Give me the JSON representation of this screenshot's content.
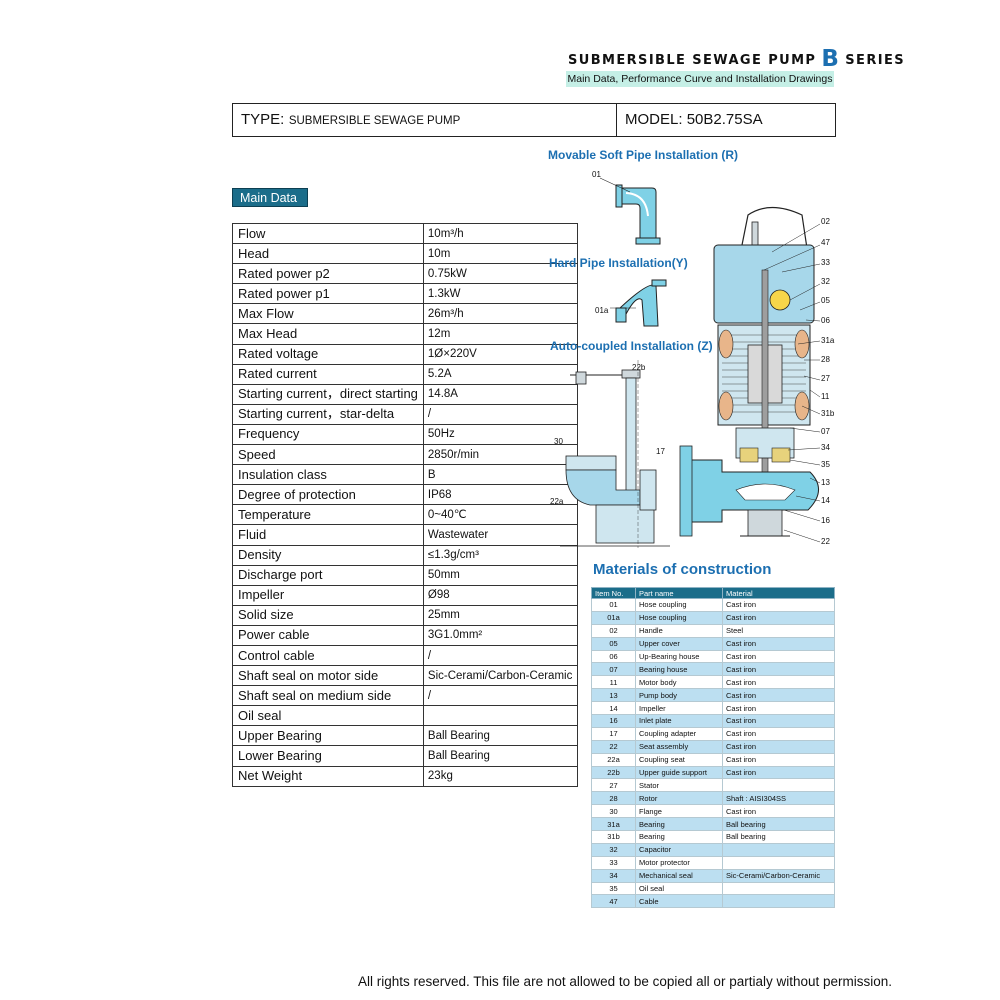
{
  "header": {
    "title_left": "SUBMERSIBLE SEWAGE PUMP",
    "title_letter": "B",
    "title_right": "SERIES",
    "subtitle": "Main Data, Performance Curve and Installation Drawings"
  },
  "type_box": {
    "type_label": "TYPE:",
    "type_value": "SUBMERSIBLE SEWAGE PUMP",
    "model_label": "MODEL:",
    "model_value": "50B2.75SA"
  },
  "main_data": {
    "badge": "Main Data",
    "rows": [
      {
        "key": "Flow",
        "value": "10m³/h"
      },
      {
        "key": "Head",
        "value": "10m"
      },
      {
        "key": "Rated power p2",
        "value": "0.75kW"
      },
      {
        "key": "Rated power p1",
        "value": "1.3kW"
      },
      {
        "key": "Max Flow",
        "value": "26m³/h"
      },
      {
        "key": "Max Head",
        "value": "12m"
      },
      {
        "key": "Rated voltage",
        "value": "1Ø×220V"
      },
      {
        "key": "Rated current",
        "value": "5.2A"
      },
      {
        "key": "Starting current，direct starting",
        "value": "14.8A"
      },
      {
        "key": "Starting current，star-delta",
        "value": "/"
      },
      {
        "key": "Frequency",
        "value": "50Hz"
      },
      {
        "key": "Speed",
        "value": "2850r/min"
      },
      {
        "key": "Insulation class",
        "value": "B"
      },
      {
        "key": "Degree of protection",
        "value": "IP68"
      },
      {
        "key": "Temperature",
        "value": "0~40℃"
      },
      {
        "key": "Fluid",
        "value": "Wastewater"
      },
      {
        "key": "Density",
        "value": "≤1.3g/cm³"
      },
      {
        "key": "Discharge port",
        "value": "50mm"
      },
      {
        "key": "Impeller",
        "value": "Ø98"
      },
      {
        "key": "Solid size",
        "value": "25mm"
      },
      {
        "key": "Power cable",
        "value": "3G1.0mm²"
      },
      {
        "key": "Control cable",
        "value": "/"
      },
      {
        "key": "Shaft seal on motor side",
        "value": "Sic-Cerami/Carbon-Ceramic"
      },
      {
        "key": "Shaft seal on medium side",
        "value": "/"
      },
      {
        "key": "Oil seal",
        "value": ""
      },
      {
        "key": "Upper Bearing",
        "value": "Ball Bearing"
      },
      {
        "key": "Lower Bearing",
        "value": "Ball Bearing"
      },
      {
        "key": "Net Weight",
        "value": "23kg"
      }
    ]
  },
  "installation": {
    "soft_pipe": "Movable Soft Pipe Installation (R)",
    "hard_pipe": "Hard Pipe  Installation(Y)",
    "auto_coupled": "Auto-coupled Installation (Z)",
    "callouts": {
      "c01": "01",
      "c01a": "01a",
      "c22b": "22b",
      "c30": "30",
      "c17": "17",
      "c22a": "22a",
      "c02": "02",
      "c47": "47",
      "c33": "33",
      "c32": "32",
      "c05": "05",
      "c06": "06",
      "c31a": "31a",
      "c28": "28",
      "c27": "27",
      "c11": "11",
      "c31b": "31b",
      "c07": "07",
      "c34": "34",
      "c35": "35",
      "c13": "13",
      "c14": "14",
      "c16": "16",
      "c22": "22"
    }
  },
  "materials": {
    "title": "Materials of construction",
    "headers": [
      "Item No.",
      "Part name",
      "Material"
    ],
    "rows": [
      [
        "01",
        "Hose coupling",
        "Cast iron"
      ],
      [
        "01a",
        "Hose coupling",
        "Cast iron"
      ],
      [
        "02",
        "Handle",
        "Steel"
      ],
      [
        "05",
        "Upper cover",
        "Cast iron"
      ],
      [
        "06",
        "Up-Bearing house",
        "Cast iron"
      ],
      [
        "07",
        "Bearing house",
        "Cast iron"
      ],
      [
        "11",
        "Motor body",
        "Cast iron"
      ],
      [
        "13",
        "Pump body",
        "Cast iron"
      ],
      [
        "14",
        "Impeller",
        "Cast iron"
      ],
      [
        "16",
        "Inlet plate",
        "Cast iron"
      ],
      [
        "17",
        "Coupling adapter",
        "Cast iron"
      ],
      [
        "22",
        "Seat assembly",
        "Cast iron"
      ],
      [
        "22a",
        "Coupling seat",
        "Cast iron"
      ],
      [
        "22b",
        "Upper guide support",
        "Cast iron"
      ],
      [
        "27",
        "Stator",
        ""
      ],
      [
        "28",
        "Rotor",
        "Shaft : AISI304SS"
      ],
      [
        "30",
        "Flange",
        "Cast iron"
      ],
      [
        "31a",
        "Bearing",
        "Ball bearing"
      ],
      [
        "31b",
        "Bearing",
        "Ball bearing"
      ],
      [
        "32",
        "Capacitor",
        ""
      ],
      [
        "33",
        "Motor protector",
        ""
      ],
      [
        "34",
        "Mechanical seal",
        "Sic-Cerami/Carbon-Ceramic"
      ],
      [
        "35",
        "Oil seal",
        ""
      ],
      [
        "47",
        "Cable",
        ""
      ]
    ]
  },
  "footer": "All rights reserved. This file are not allowed to be copied all or partialy without permission.",
  "colors": {
    "accent": "#1c6fb1",
    "badge": "#1b6d8a",
    "pipe": "#7fd1e6",
    "row_alt": "#bcdff1",
    "subtitle_bg": "#c5efe6"
  }
}
